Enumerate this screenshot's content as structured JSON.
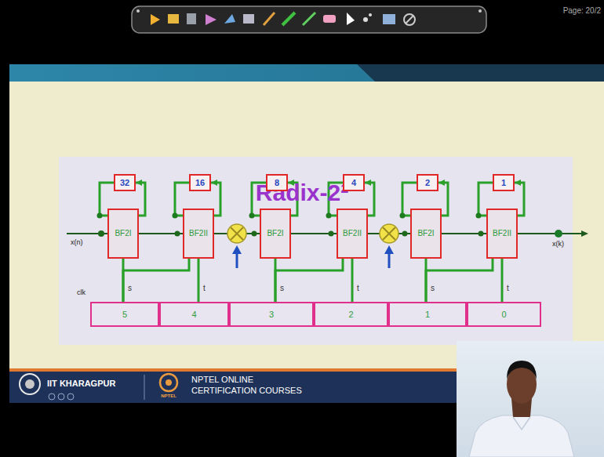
{
  "diagram": {
    "title": "Radix-2²",
    "nodes": [
      {
        "text": [
          "32"
        ]
      },
      {
        "text": [
          "16"
        ]
      },
      {
        "text": [
          "8"
        ]
      },
      {
        "text": [
          "4"
        ]
      },
      {
        "text": [
          "2"
        ]
      },
      {
        "text": [
          "1"
        ]
      },
      {
        "text": [
          "BF2I"
        ]
      },
      {
        "text": [
          "BF2II"
        ]
      },
      {
        "text": [
          "BF2I"
        ]
      },
      {
        "text": [
          "BF2II"
        ]
      },
      {
        "text": [
          "BF2I"
        ]
      },
      {
        "text": [
          "BF2II"
        ]
      },
      {
        "text": [
          "5"
        ]
      },
      {
        "text": [
          "4"
        ]
      },
      {
        "text": [
          "3"
        ]
      },
      {
        "text": [
          "2"
        ]
      },
      {
        "text": [
          "1"
        ]
      },
      {
        "text": [
          "0"
        ]
      }
    ],
    "edges": [
      {
        "from": 6,
        "to": 7,
        "arrow": "none"
      },
      {
        "from": 7,
        "to": 8,
        "arrow": "none"
      },
      {
        "from": 8,
        "to": 9,
        "arrow": "none"
      },
      {
        "from": 9,
        "to": 10,
        "arrow": "none"
      },
      {
        "from": 10,
        "to": 11,
        "arrow": "none"
      },
      {
        "from": 6,
        "to": 0,
        "arrow": "to"
      },
      {
        "from": 0,
        "to": 6,
        "arrow": "none"
      },
      {
        "from": 7,
        "to": 1,
        "arrow": "to"
      },
      {
        "from": 1,
        "to": 7,
        "arrow": "none"
      },
      {
        "from": 8,
        "to": 2,
        "arrow": "to"
      },
      {
        "from": 2,
        "to": 8,
        "arrow": "none"
      },
      {
        "from": 9,
        "to": 3,
        "arrow": "to"
      },
      {
        "from": 3,
        "to": 9,
        "arrow": "none"
      },
      {
        "from": 10,
        "to": 4,
        "arrow": "to"
      },
      {
        "from": 4,
        "to": 10,
        "arrow": "none"
      },
      {
        "from": 11,
        "to": 5,
        "arrow": "to"
      },
      {
        "from": 5,
        "to": 11,
        "arrow": "none"
      },
      {
        "from": 12,
        "to": 6,
        "label": "s",
        "arrow": "none"
      },
      {
        "from": 12,
        "to": 7,
        "arrow": "none"
      },
      {
        "from": 13,
        "to": 7,
        "label": "t",
        "arrow": "none"
      },
      {
        "from": 14,
        "to": 8,
        "label": "s",
        "arrow": "none"
      },
      {
        "from": 14,
        "to": 9,
        "arrow": "none"
      },
      {
        "from": 15,
        "to": 9,
        "label": "t",
        "arrow": "none"
      },
      {
        "from": 16,
        "to": 10,
        "label": "s",
        "arrow": "none"
      },
      {
        "from": 16,
        "to": 11,
        "arrow": "none"
      },
      {
        "from": 17,
        "to": 11,
        "label": "t",
        "arrow": "none"
      }
    ],
    "labels": [
      "Page: 20/2",
      "x(n)",
      "x(k)",
      "clk",
      "IIT KHARAGPUR",
      "NPTEL ONLINE",
      "CERTIFICATION COURSES",
      "NPTEL"
    ]
  }
}
